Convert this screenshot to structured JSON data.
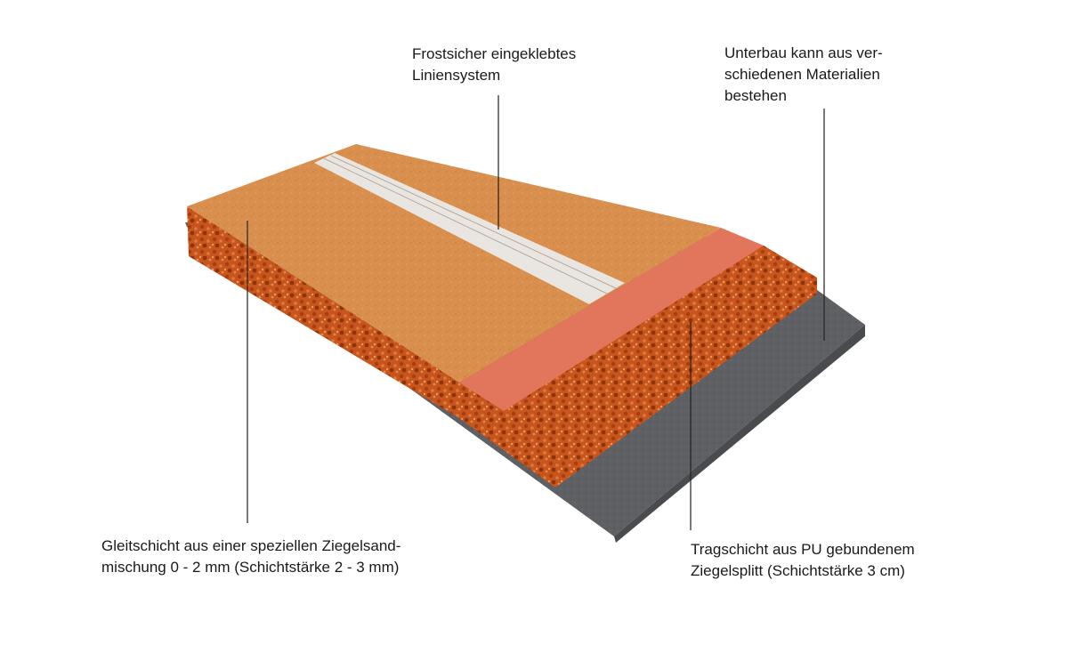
{
  "diagram": {
    "labels": {
      "lines": {
        "line1": "Frostsicher eingeklebtes",
        "line2": "Liniensystem"
      },
      "subbase": {
        "line1": "Unterbau kann aus ver-",
        "line2": "schiedenen Materialien",
        "line3": "bestehen"
      },
      "top_layer": {
        "line1": "Gleitschicht aus einer speziellen Ziegelsand-",
        "line2": "mischung 0 - 2 mm (Schichtstärke 2 - 3 mm)"
      },
      "base_layer": {
        "line1": "Tragschicht aus PU gebundenem",
        "line2": "Ziegelsplitt (Schichtstärke 3 cm)"
      }
    },
    "colors": {
      "surface": "#d9904e",
      "crumb": "#c7561e",
      "pu_strip": "#e2765c",
      "subbase": "#5f6063",
      "line_tape": "#e9e6e1",
      "leader": "#222222"
    }
  }
}
